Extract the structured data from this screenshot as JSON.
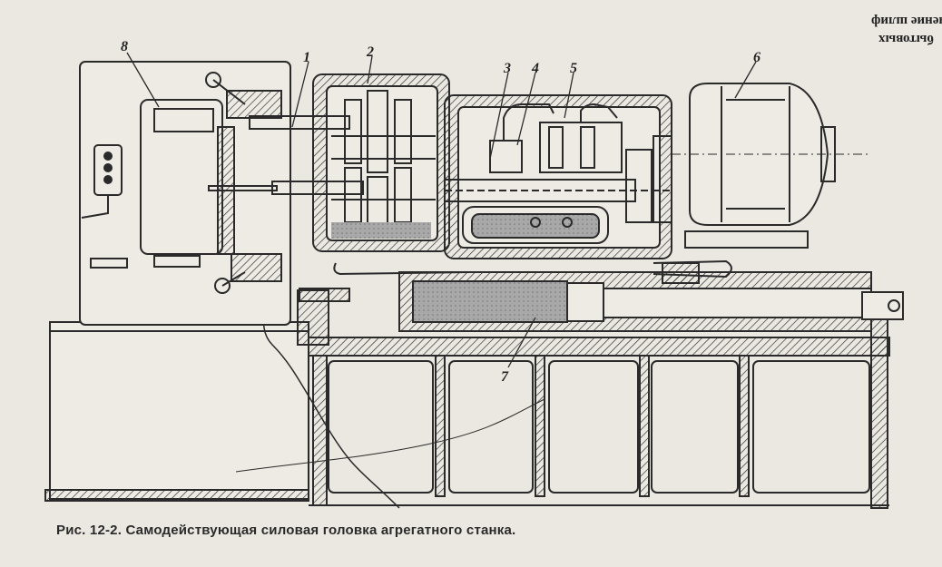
{
  "figure": {
    "caption": "Рис. 12-2. Самодействующая силовая головка агрегатного станка.",
    "callouts": [
      "1",
      "2",
      "3",
      "4",
      "5",
      "6",
      "7",
      "8"
    ]
  },
  "margin_text": {
    "line1": "чение шлиф",
    "line2": "бытовых"
  },
  "colors": {
    "paper": "#ebe8e2",
    "ink": "#2a2a2a",
    "fluid": "#9a9a9a"
  }
}
